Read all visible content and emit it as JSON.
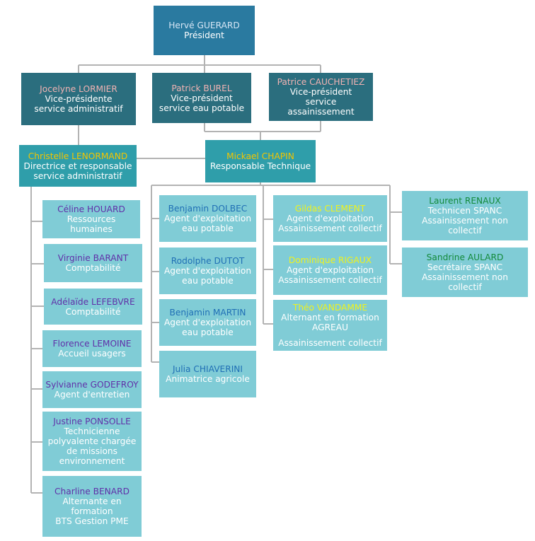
{
  "colors": {
    "name_pink": "#f1b3b3",
    "name_gold": "#f2c500",
    "name_yellow": "#f0f21c",
    "name_purple": "#6030a8",
    "name_blue": "#1f6fb5",
    "name_green": "#128a3a",
    "president_name": "#d6e6f5"
  },
  "president": {
    "name": "Hervé GUERARD",
    "role": "Président"
  },
  "vice_presidents": [
    {
      "name": "Jocelyne LORMIER",
      "role_lines": [
        "Vice-présidente",
        "service administratif"
      ]
    },
    {
      "name": "Patrick BUREL",
      "role_lines": [
        "Vice-président",
        "service eau potable"
      ]
    },
    {
      "name": "Patrice CAUCHETIEZ",
      "role_lines": [
        "Vice-président",
        "service assainissement"
      ]
    }
  ],
  "director": {
    "name": "Christelle LENORMAND",
    "role_lines": [
      "Directrice et responsable",
      "service administratif"
    ]
  },
  "technical_head": {
    "name": "Mickael CHAPIN",
    "role_lines": [
      "Responsable Technique"
    ]
  },
  "admin_staff": [
    {
      "name": "Céline HOUARD",
      "role_lines": [
        "Ressources humaines"
      ]
    },
    {
      "name": "Virginie BARANT",
      "role_lines": [
        "Comptabilité"
      ]
    },
    {
      "name": "Adélaïde LEFEBVRE",
      "role_lines": [
        "Comptabilité"
      ]
    },
    {
      "name": "Florence LEMOINE",
      "role_lines": [
        "Accueil usagers"
      ]
    },
    {
      "name": "Sylvianne GODEFROY",
      "role_lines": [
        "Agent d'entretien"
      ]
    },
    {
      "name": "Justine PONSOLLE",
      "role_lines": [
        "Technicienne",
        "polyvalente chargée",
        "de missions",
        "environnement"
      ]
    },
    {
      "name": "Charline BENARD",
      "role_lines": [
        "Alternante en",
        "formation",
        "BTS Gestion PME"
      ]
    }
  ],
  "water_staff": [
    {
      "name": "Benjamin DOLBEC",
      "role_lines": [
        "Agent d'exploitation",
        "eau potable"
      ]
    },
    {
      "name": "Rodolphe DUTOT",
      "role_lines": [
        "Agent d'exploitation",
        "eau potable"
      ]
    },
    {
      "name": "Benjamin MARTIN",
      "role_lines": [
        "Agent d'exploitation",
        "eau potable"
      ]
    },
    {
      "name": "Julia CHIAVERINI",
      "role_lines": [
        "Animatrice agricole"
      ]
    }
  ],
  "sanitation_staff": [
    {
      "name": "Gildas CLEMENT",
      "role_lines": [
        "Agent d'exploitation",
        "Assainissement collectif"
      ]
    },
    {
      "name": "Dominique RIGAUX",
      "role_lines": [
        "Agent d'exploitation",
        "Assainissement collectif"
      ]
    },
    {
      "name": "Théo VANDAMME",
      "role_lines": [
        "Alternant en formation",
        "AGREAU",
        "Assainissement collectif"
      ]
    }
  ],
  "spanc_staff": [
    {
      "name": "Laurent RENAUX",
      "role_lines": [
        "Technicen SPANC",
        "Assainissement non collectif"
      ]
    },
    {
      "name": "Sandrine AULARD",
      "role_lines": [
        "Secrétaire SPANC",
        "Assainissement non collectif"
      ]
    }
  ]
}
